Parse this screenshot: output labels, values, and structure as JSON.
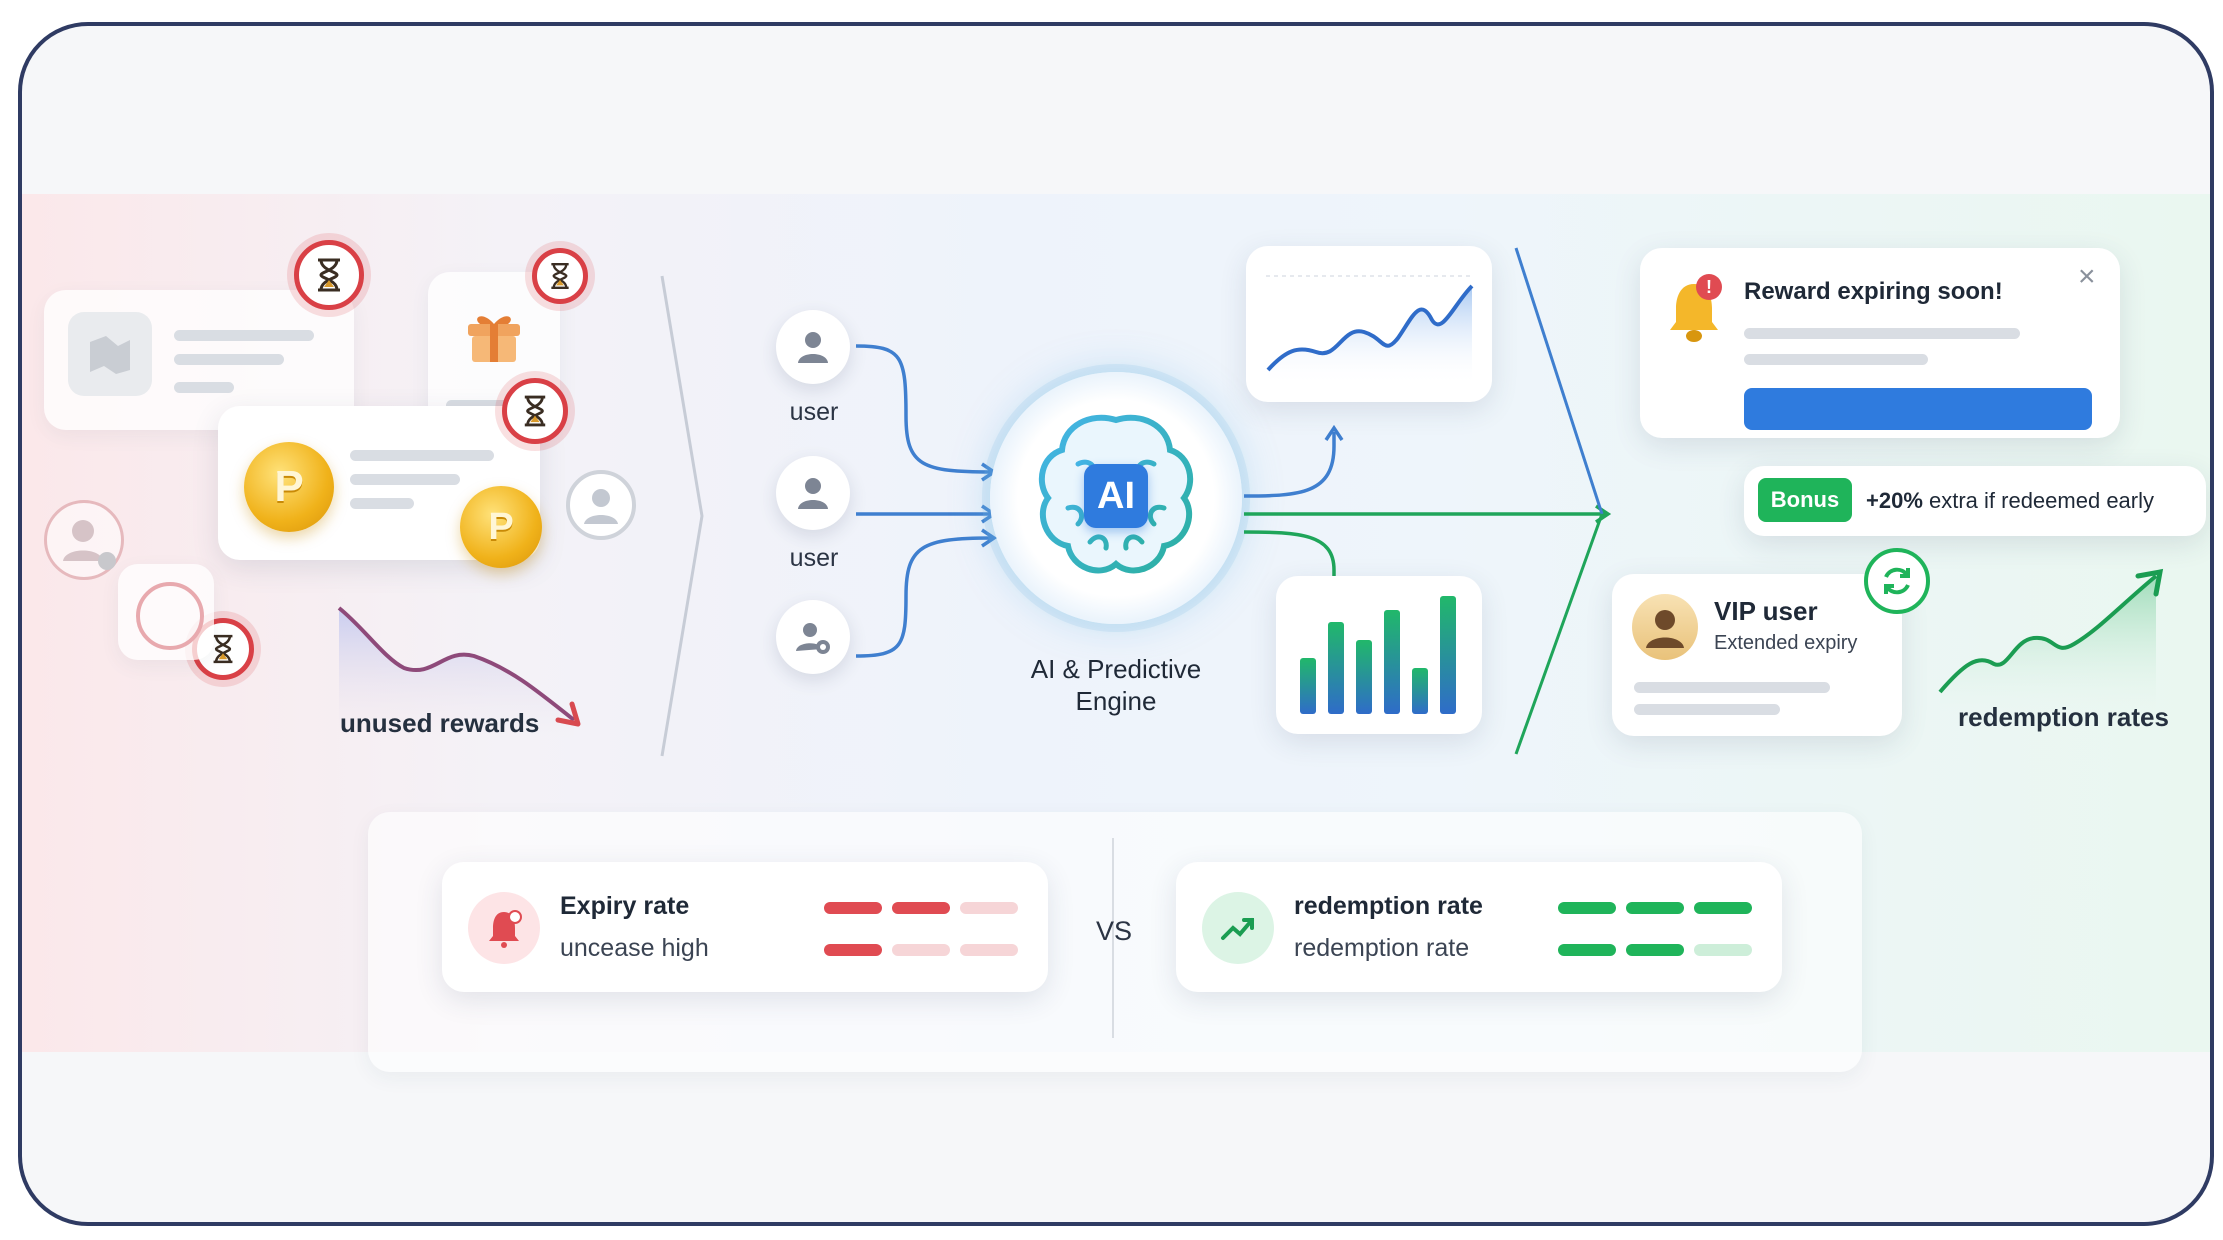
{
  "left": {
    "caption": "unused rewards",
    "coin_letter": "P"
  },
  "users": {
    "label_1": "user",
    "label_2": "user"
  },
  "engine": {
    "badge": "AI",
    "title_line1": "AI & Predictive",
    "title_line2": "Engine"
  },
  "notification": {
    "title": "Reward expiring soon!",
    "close_symbol": "×",
    "alert_symbol": "!"
  },
  "bonus": {
    "badge": "Bonus",
    "text_strong": "+20%",
    "text_rest": " extra if redeemed early"
  },
  "vip": {
    "title": "VIP user",
    "subtitle": "Extended expiry"
  },
  "right": {
    "caption": "redemption rates"
  },
  "comparison": {
    "expiry_title": "Expiry rate",
    "expiry_sub": "uncease high",
    "vs": "VS",
    "redemption_title": "redemption rate",
    "redemption_sub": "redemption rate"
  },
  "colors": {
    "red": "#e04b52",
    "green": "#1fb45a",
    "blue": "#2f7bde",
    "navy": "#2f3b63"
  }
}
